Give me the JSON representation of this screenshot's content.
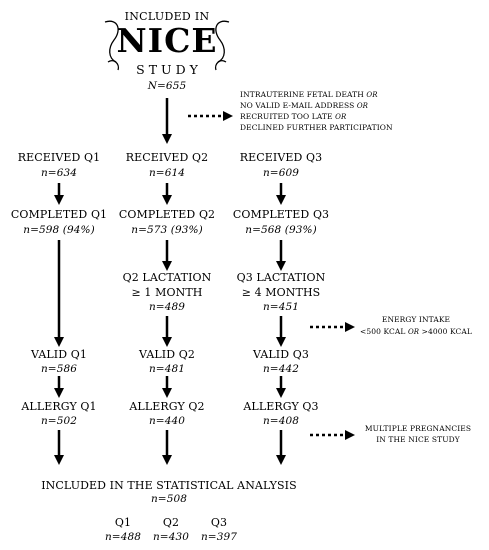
{
  "logo": {
    "top_text": "INCLUDED IN",
    "word": "NICE",
    "bottom_text": "STUDY",
    "count": "N=655"
  },
  "exclusion1": {
    "lines": [
      {
        "text": "INTRAUTERINE FETAL DEATH",
        "conj": "OR"
      },
      {
        "text": "NO VALID E-MAIL ADDRESS",
        "conj": "OR"
      },
      {
        "text": "RECRUITED TOO LATE",
        "conj": "OR"
      },
      {
        "text": "DECLINED FURTHER PARTICIPATION",
        "conj": ""
      }
    ]
  },
  "columns": {
    "q1": {
      "received": "RECEIVED Q1",
      "received_n": "n=634",
      "completed": "COMPLETED Q1",
      "completed_n": "n=598 (94%)",
      "valid": "VALID Q1",
      "valid_n": "n=586",
      "allergy": "ALLERGY Q1",
      "allergy_n": "n=502"
    },
    "q2": {
      "received": "RECEIVED Q2",
      "received_n": "n=614",
      "completed": "COMPLETED Q2",
      "completed_n": "n=573 (93%)",
      "lactation_l1": "Q2 LACTATION",
      "lactation_l2": "≥ 1 MONTH",
      "lactation_n": "n=489",
      "valid": "VALID Q2",
      "valid_n": "n=481",
      "allergy": "ALLERGY Q2",
      "allergy_n": "n=440"
    },
    "q3": {
      "received": "RECEIVED Q3",
      "received_n": "n=609",
      "completed": "COMPLETED Q3",
      "completed_n": "n=568 (93%)",
      "lactation_l1": "Q3 LACTATION",
      "lactation_l2": "≥ 4 MONTHS",
      "lactation_n": "n=451",
      "valid": "VALID Q3",
      "valid_n": "n=442",
      "allergy": "ALLERGY Q3",
      "allergy_n": "n=408"
    }
  },
  "exclusion2": {
    "title": "ENERGY INTAKE",
    "lower": "<500 KCAL",
    "conj": "OR",
    "upper": ">4000 KCAL"
  },
  "exclusion3": {
    "line1": "MULTIPLE PREGNANCIES",
    "line2": "IN THE NICE STUDY"
  },
  "final": {
    "title": "INCLUDED IN THE STATISTICAL ANALYSIS",
    "n": "n=508",
    "breakdown": [
      {
        "label": "Q1",
        "n": "n=488"
      },
      {
        "label": "Q2",
        "n": "n=430"
      },
      {
        "label": "Q3",
        "n": "n=397"
      }
    ]
  }
}
